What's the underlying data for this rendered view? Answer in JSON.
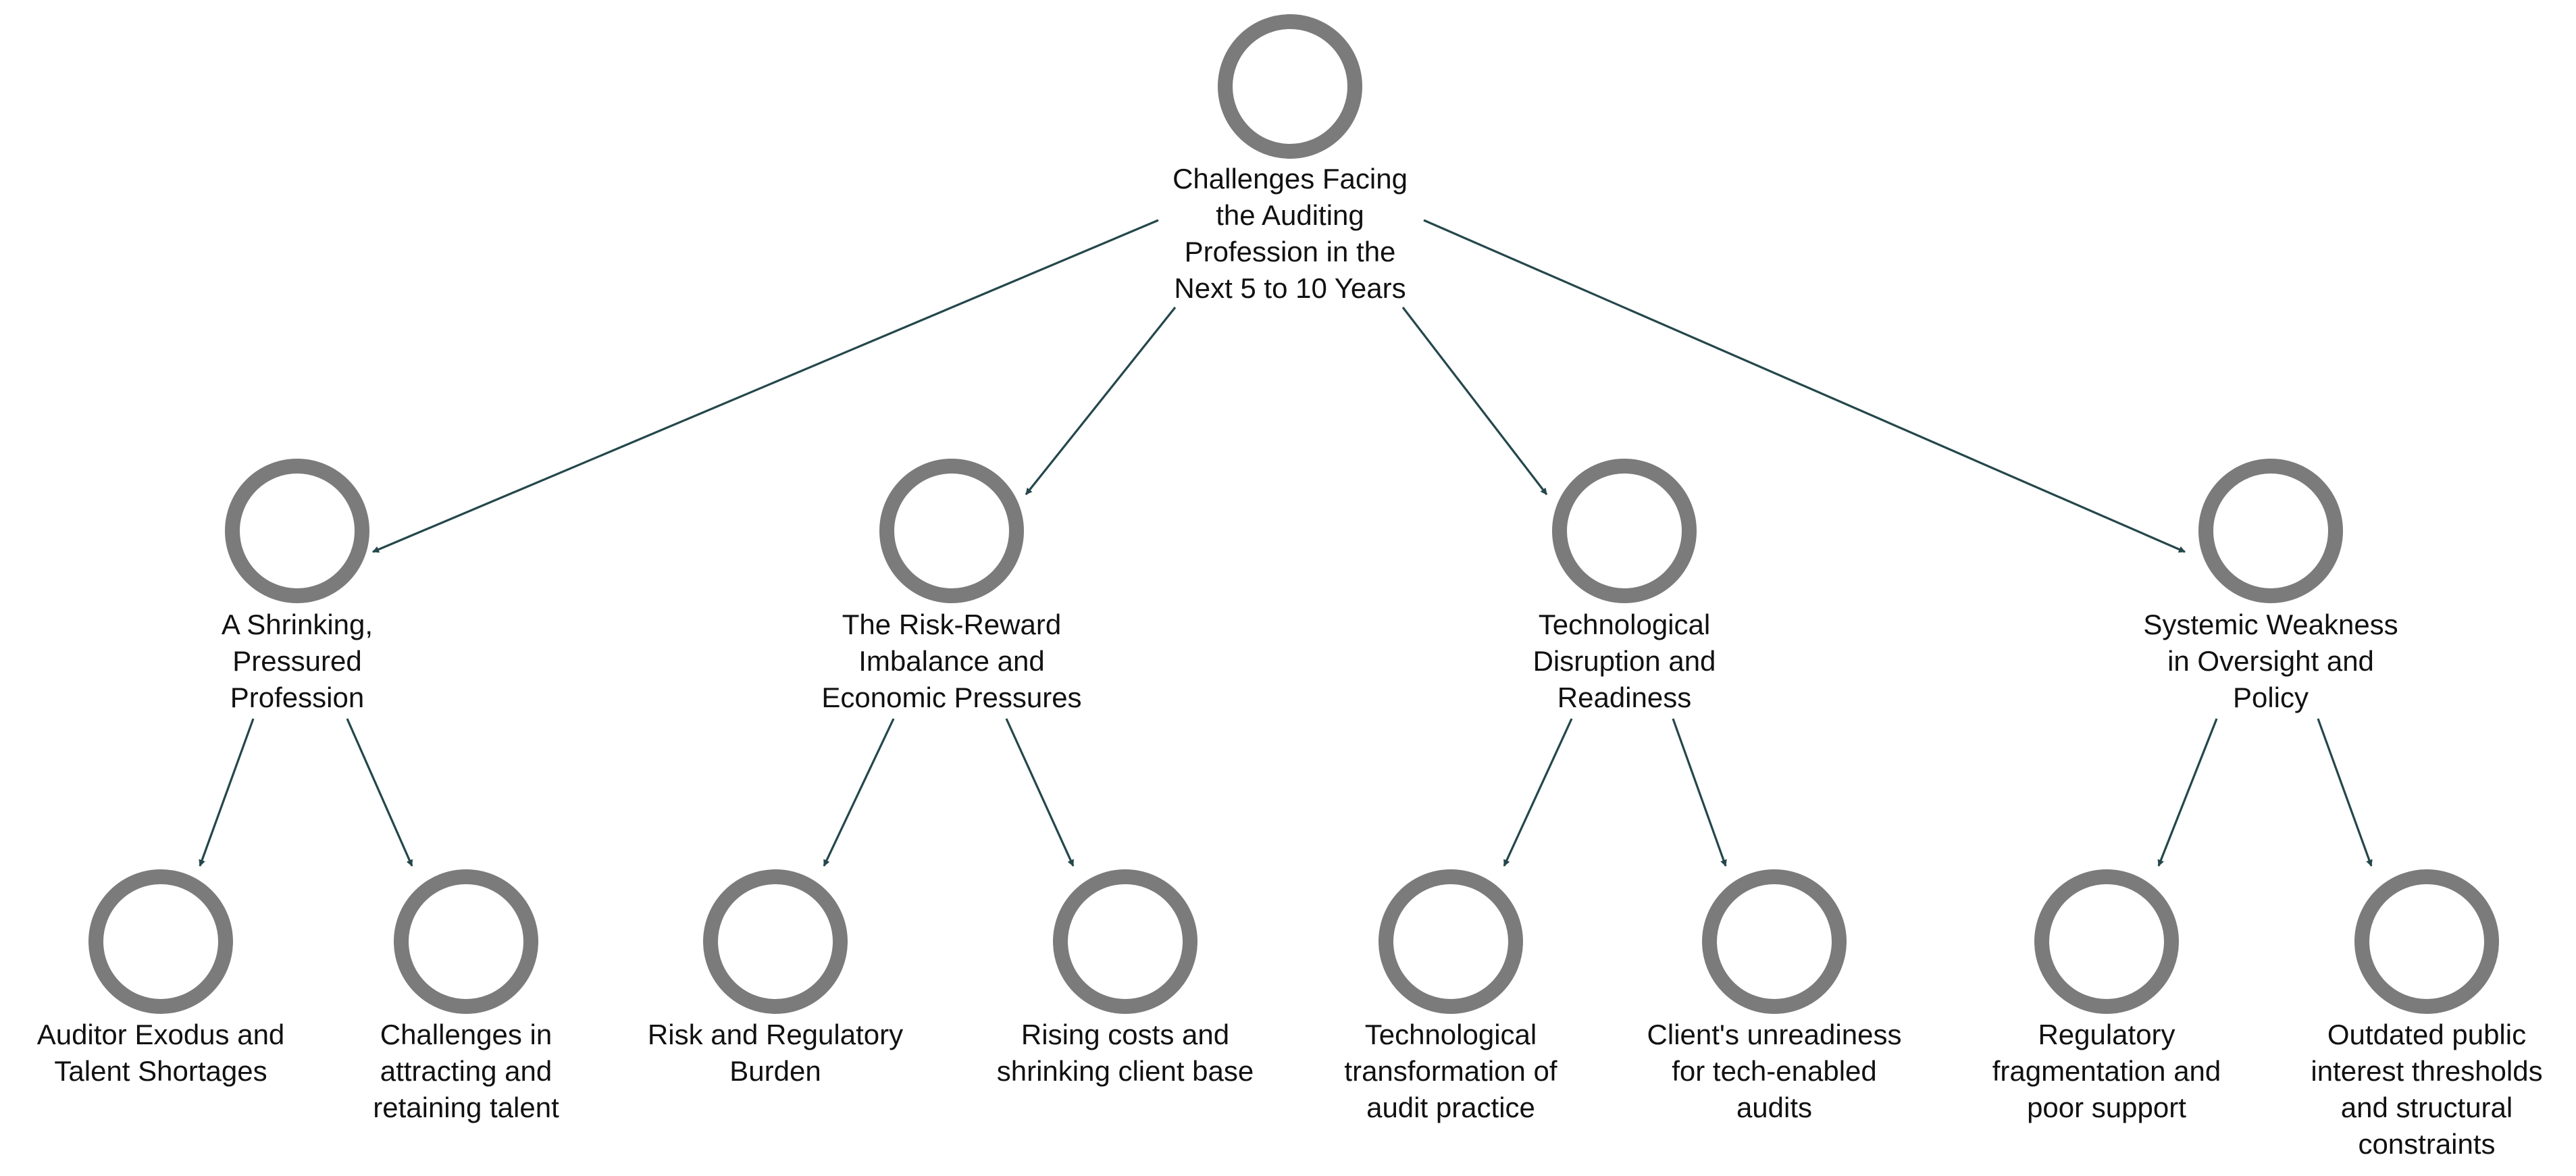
{
  "diagram": {
    "type": "tree",
    "root": {
      "id": "root",
      "label": "Challenges Facing\nthe Auditing\nProfession in the\nNext 5 to 10 Years",
      "children": [
        {
          "id": "a",
          "label": "A Shrinking,\nPressured\nProfession",
          "children": [
            {
              "id": "a1",
              "label": "Auditor Exodus and\nTalent Shortages"
            },
            {
              "id": "a2",
              "label": "Challenges in\nattracting and\nretaining talent"
            }
          ]
        },
        {
          "id": "b",
          "label": "The Risk-Reward\nImbalance and\nEconomic Pressures",
          "children": [
            {
              "id": "b1",
              "label": "Risk and Regulatory\nBurden"
            },
            {
              "id": "b2",
              "label": "Rising costs and\nshrinking client base"
            }
          ]
        },
        {
          "id": "c",
          "label": "Technological\nDisruption and\nReadiness",
          "children": [
            {
              "id": "c1",
              "label": "Technological\ntransformation of\naudit practice"
            },
            {
              "id": "c2",
              "label": "Client's unreadiness\nfor tech-enabled\naudits"
            }
          ]
        },
        {
          "id": "d",
          "label": "Systemic Weakness\nin Oversight and\nPolicy",
          "children": [
            {
              "id": "d1",
              "label": "Regulatory\nfragmentation and\npoor support"
            },
            {
              "id": "d2",
              "label": "Outdated public\ninterest thresholds\nand structural\nconstraints"
            }
          ]
        }
      ]
    },
    "colors": {
      "node_ring": "#7b7b7b",
      "edge": "#24474b",
      "text": "#111111",
      "background": "#ffffff"
    }
  }
}
